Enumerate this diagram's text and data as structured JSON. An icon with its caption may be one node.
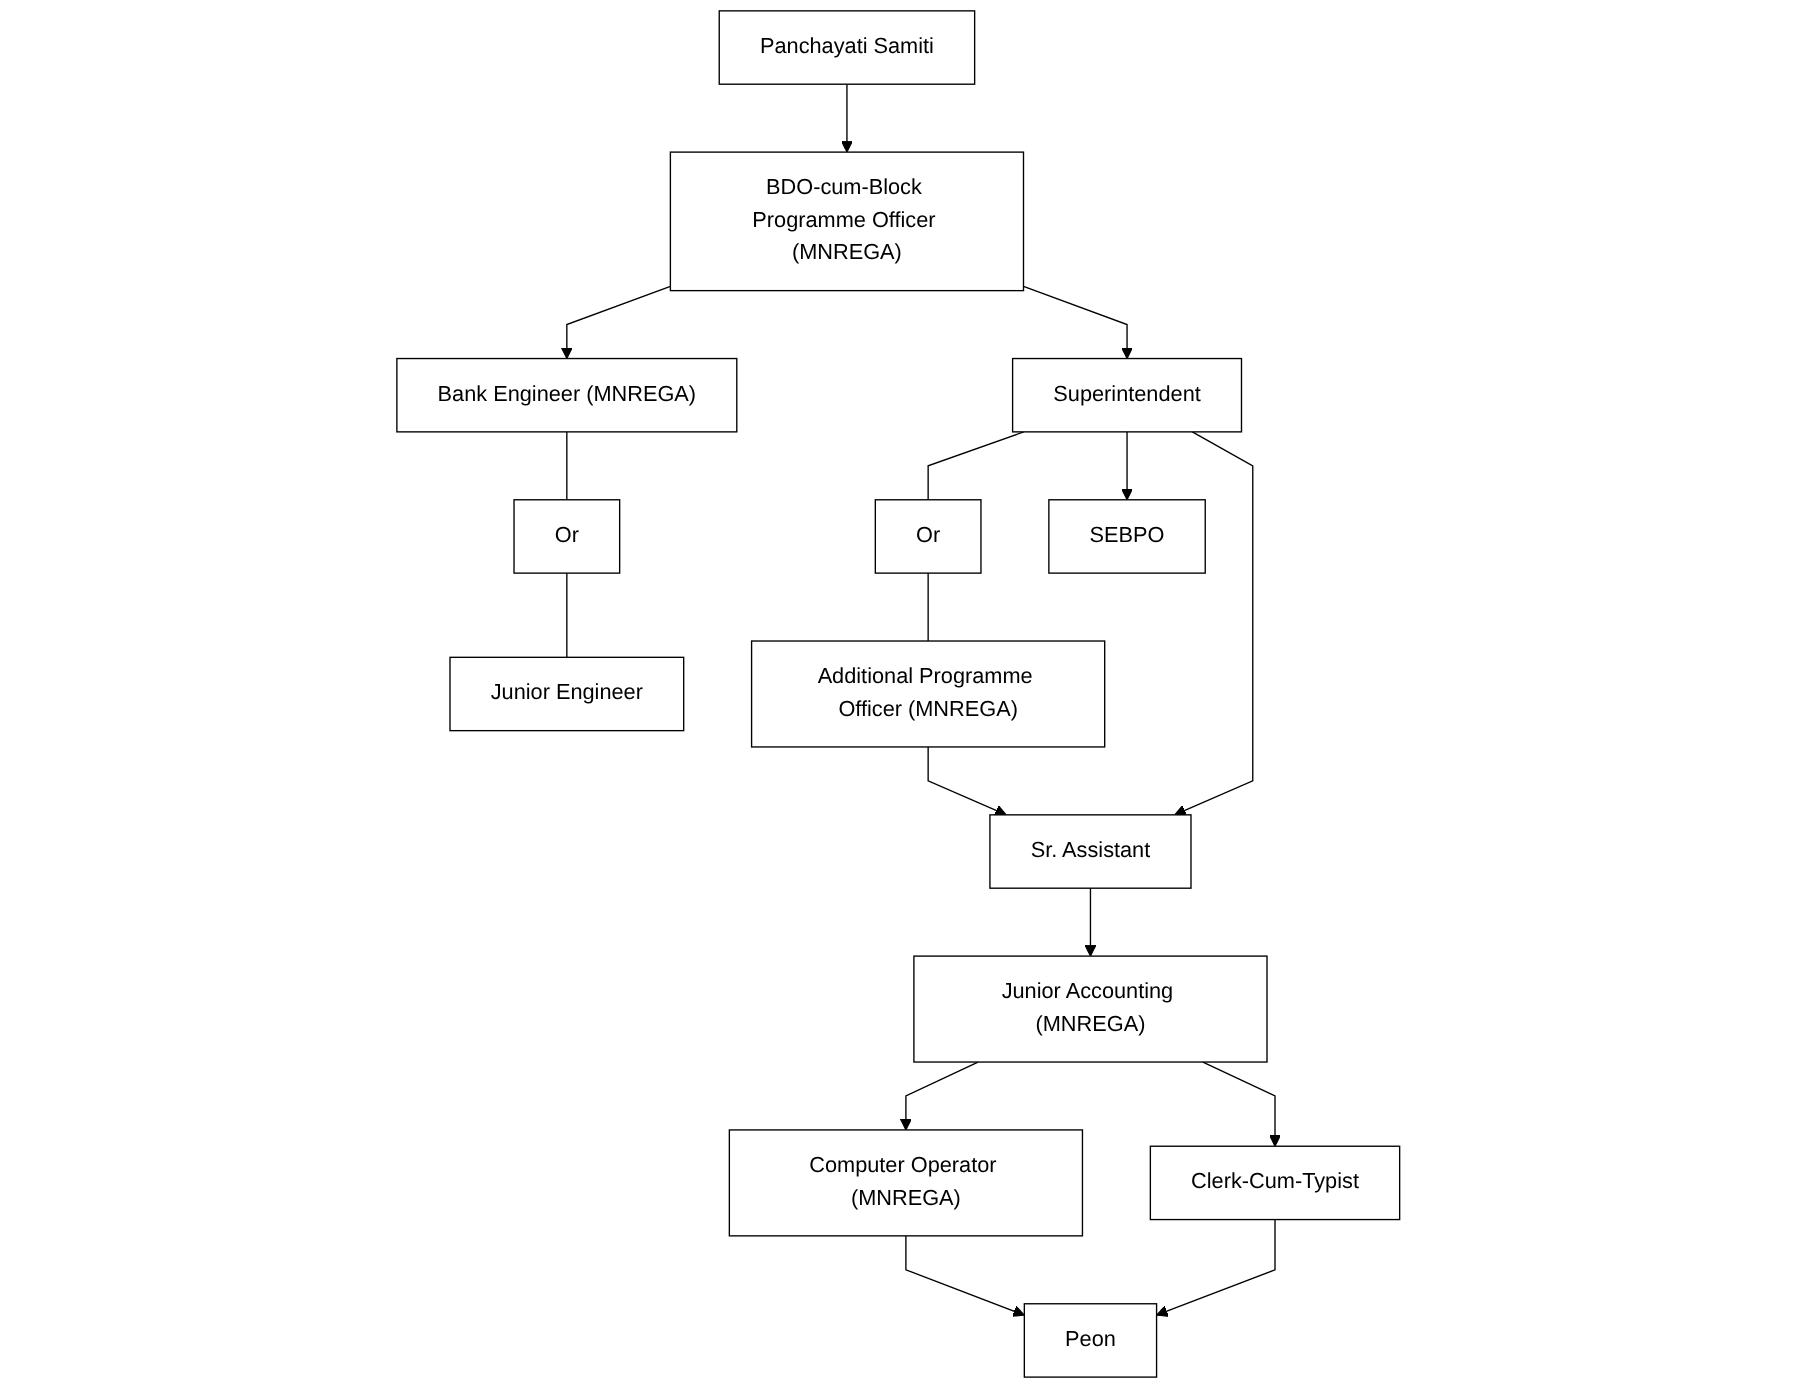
{
  "diagram": {
    "nodes": [
      {
        "text": [
          "Panchayati Samiti"
        ]
      },
      {
        "text": [
          "BDO-cum-Block Programme Officer (MNREGA)"
        ]
      },
      {
        "text": [
          "Bank Engineer (MNREGA)"
        ]
      },
      {
        "text": [
          "Superintendent"
        ]
      },
      {
        "text": [
          "Or"
        ]
      },
      {
        "text": [
          "Additional Programme Officer (MNREGA)"
        ]
      },
      {
        "text": [
          "Or"
        ]
      },
      {
        "text": [
          "SEBPO"
        ]
      },
      {
        "text": [
          "Junior Engineer"
        ]
      },
      {
        "text": [
          "Sr. Assistant"
        ]
      },
      {
        "text": [
          "Junior Accounting (MNREGA)"
        ]
      },
      {
        "text": [
          "Computer Operator (MNREGA)"
        ]
      },
      {
        "text": [
          "Clerk-Cum-Typist"
        ]
      },
      {
        "text": [
          "Peon"
        ]
      }
    ],
    "edges": [
      {
        "from": 0,
        "to": 1,
        "arrow": "to"
      },
      {
        "from": 1,
        "to": 2,
        "arrow": "to"
      },
      {
        "from": 1,
        "to": 3,
        "arrow": "to"
      },
      {
        "from": 3,
        "to": 4,
        "arrow": "none"
      },
      {
        "from": 4,
        "to": 5,
        "arrow": "none"
      },
      {
        "from": 2,
        "to": 6,
        "arrow": "none"
      },
      {
        "from": 6,
        "to": 8,
        "arrow": "none"
      },
      {
        "from": 3,
        "to": 7,
        "arrow": "to"
      },
      {
        "from": 3,
        "to": 9,
        "arrow": "to"
      },
      {
        "from": 5,
        "to": 9,
        "arrow": "to"
      },
      {
        "from": 9,
        "to": 10,
        "arrow": "to"
      },
      {
        "from": 10,
        "to": 11,
        "arrow": "to"
      },
      {
        "from": 10,
        "to": 12,
        "arrow": "to"
      },
      {
        "from": 11,
        "to": 13,
        "arrow": "to"
      },
      {
        "from": 12,
        "to": 13,
        "arrow": "to"
      }
    ]
  }
}
